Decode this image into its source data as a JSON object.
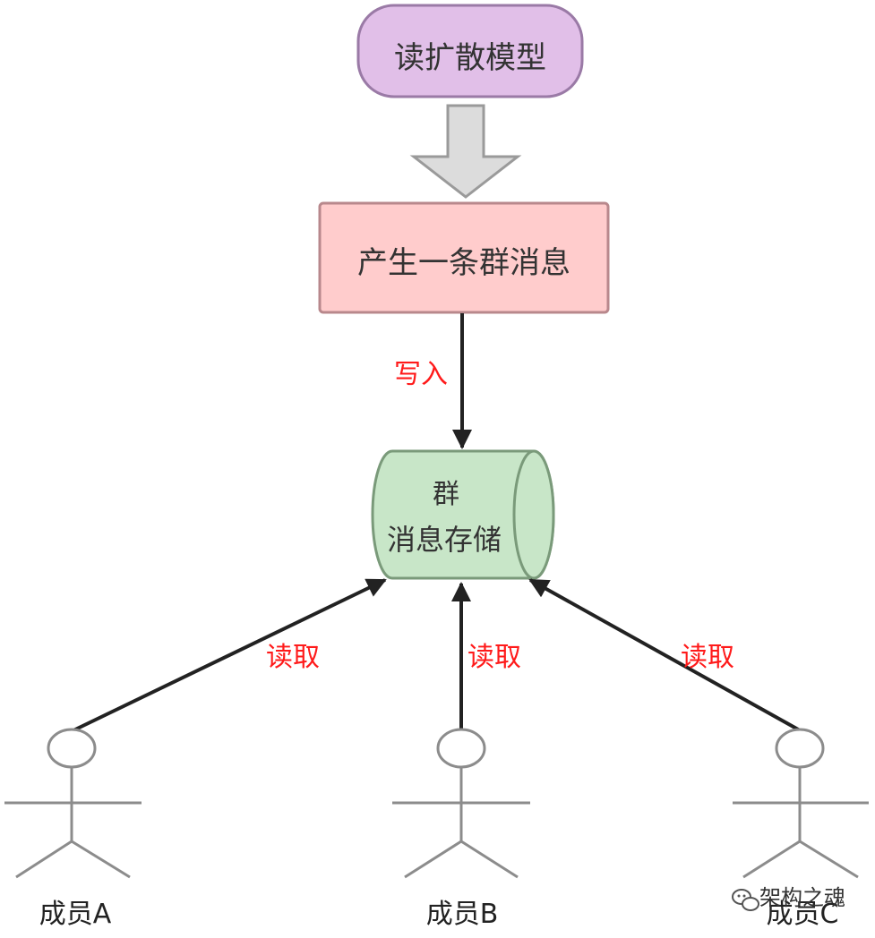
{
  "diagram": {
    "title": "读扩散模型",
    "produce_node": "产生一条群消息",
    "storage": {
      "line1": "群",
      "line2": "消息存储"
    },
    "write_label": "写入",
    "read_labels": [
      "读取",
      "读取",
      "读取"
    ],
    "actors": [
      "成员A",
      "成员B",
      "成员C"
    ],
    "watermark": "架构之魂",
    "colors": {
      "title_fill": "#e1bfe8",
      "title_stroke": "#9a7aa6",
      "produce_fill": "#ffcccc",
      "produce_stroke": "#b8888c",
      "storage_fill": "#c8e6c8",
      "storage_stroke": "#7a9a7a",
      "big_arrow_fill": "#dcdcdc",
      "big_arrow_stroke": "#9a9a9a",
      "edge": "#222222",
      "label_red": "#ff1a1a",
      "actor_stroke": "#8c8c8c"
    }
  }
}
